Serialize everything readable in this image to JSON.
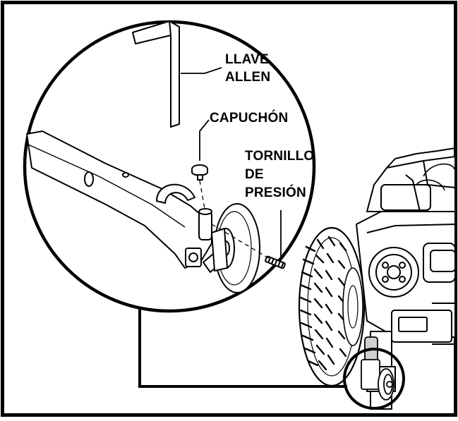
{
  "labels": {
    "allen_line1": "LLAVE",
    "allen_line2": "ALLEN",
    "cap": "CAPUCHÓN",
    "screw_line1": "TORNILLO",
    "screw_line2": "DE",
    "screw_line3": "PRESIÓN"
  },
  "colors": {
    "ink": "#000000",
    "paper": "#ffffff",
    "shade": "#cfcfcf"
  }
}
